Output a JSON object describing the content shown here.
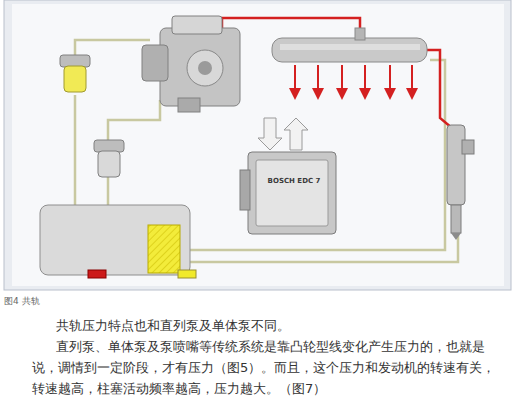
{
  "diagram": {
    "caption": "图4 共轨",
    "labels": [
      "BOSCH EDC 7",
      "共轨压力特点也和直列泵及单体泵不同。",
      "直列泵、单体泵及泵喷嘴等传统系统是靠凸轮型线变化产生压力的，也就是说，调情到一定阶段，才有压力（图5）。而且，这个压力和发动机的转速有关，转速越高，柱塞活动频率越高，压力越大。（图7）"
    ]
  }
}
